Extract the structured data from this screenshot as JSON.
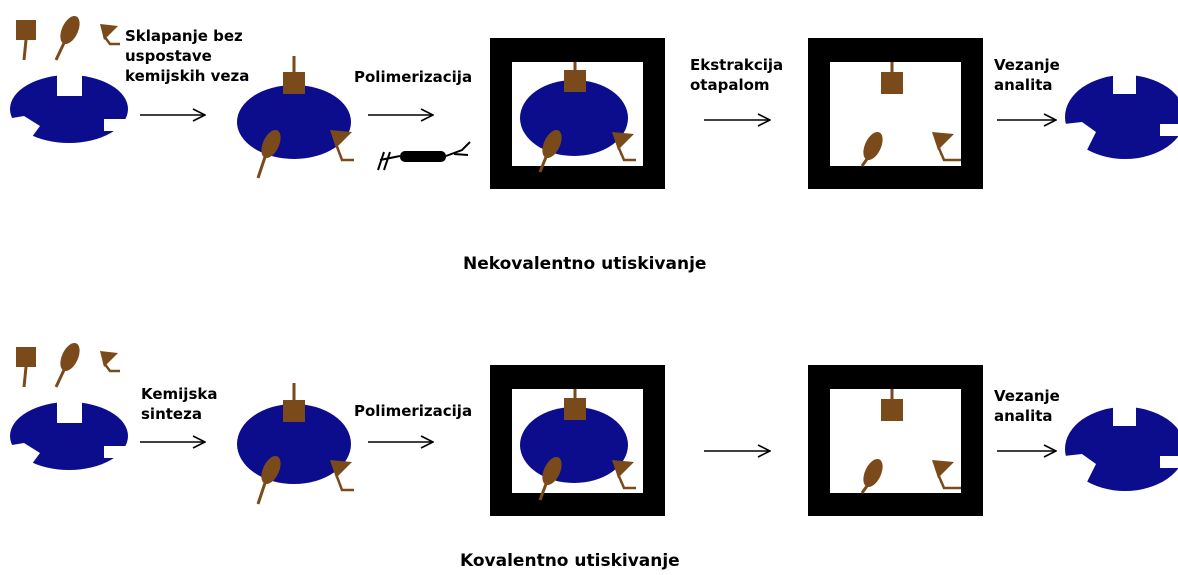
{
  "colors": {
    "polymer": "#0B0D8C",
    "template": "#7A4A1A",
    "frame": "#000000",
    "background": "#FFFFFF"
  },
  "noncovalent": {
    "step1": "Sklapanje bez\nuspostave\nkemijskih veza",
    "step2": "Polimerizacija",
    "step3": "Ekstrakcija\notapalom",
    "step4": "Vezanje\nanalita",
    "title": "Nekovalentno utiskivanje"
  },
  "covalent": {
    "step1": "Kemijska\nsinteza",
    "step2": "Polimerizacija",
    "step4": "Vezanje\nanalita",
    "title": "Kovalentno utiskivanje"
  }
}
